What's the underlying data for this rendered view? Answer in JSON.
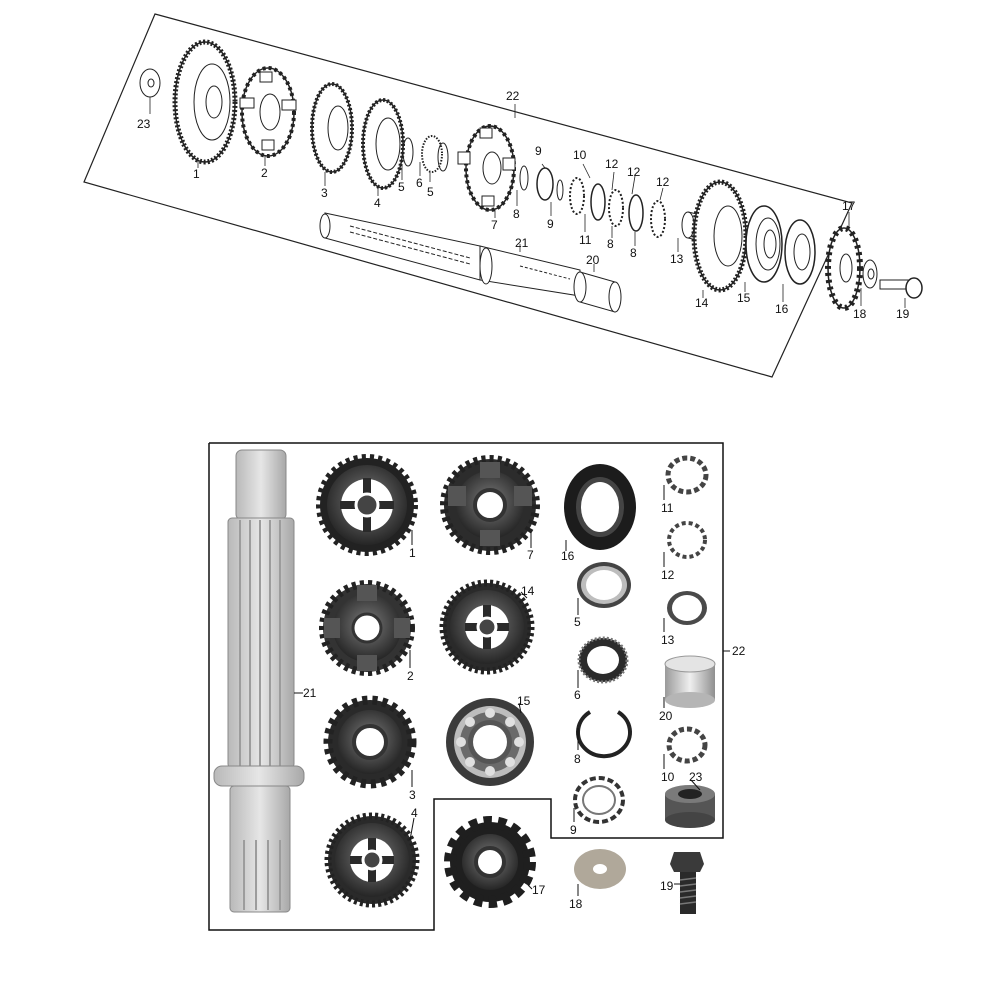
{
  "exploded_view": {
    "group_label": "22",
    "callouts": [
      {
        "id": "23",
        "text": "23"
      },
      {
        "id": "1",
        "text": "1"
      },
      {
        "id": "2",
        "text": "2"
      },
      {
        "id": "3",
        "text": "3"
      },
      {
        "id": "4",
        "text": "4"
      },
      {
        "id": "5a",
        "text": "5"
      },
      {
        "id": "6",
        "text": "6"
      },
      {
        "id": "5b",
        "text": "5"
      },
      {
        "id": "7",
        "text": "7"
      },
      {
        "id": "8a",
        "text": "8"
      },
      {
        "id": "9a",
        "text": "9"
      },
      {
        "id": "9b",
        "text": "9"
      },
      {
        "id": "10",
        "text": "10"
      },
      {
        "id": "12a",
        "text": "12"
      },
      {
        "id": "12b",
        "text": "12"
      },
      {
        "id": "12c",
        "text": "12"
      },
      {
        "id": "11",
        "text": "11"
      },
      {
        "id": "8b",
        "text": "8"
      },
      {
        "id": "8c",
        "text": "8"
      },
      {
        "id": "13",
        "text": "13"
      },
      {
        "id": "21",
        "text": "21"
      },
      {
        "id": "20",
        "text": "20"
      },
      {
        "id": "14",
        "text": "14"
      },
      {
        "id": "15",
        "text": "15"
      },
      {
        "id": "16",
        "text": "16"
      },
      {
        "id": "17",
        "text": "17"
      },
      {
        "id": "18",
        "text": "18"
      },
      {
        "id": "19",
        "text": "19"
      }
    ]
  },
  "parts_photo": {
    "group_label": "22",
    "labels": {
      "p21": "21",
      "p1": "1",
      "p2": "2",
      "p3": "3",
      "p4": "4",
      "p7": "7",
      "p14": "14",
      "p15": "15",
      "p17": "17",
      "p16": "16",
      "p5": "5",
      "p6": "6",
      "p8": "8",
      "p9": "9",
      "p11": "11",
      "p12": "12",
      "p13": "13",
      "p20": "20",
      "p10": "10",
      "p23": "23",
      "p18": "18",
      "p19": "19"
    }
  }
}
